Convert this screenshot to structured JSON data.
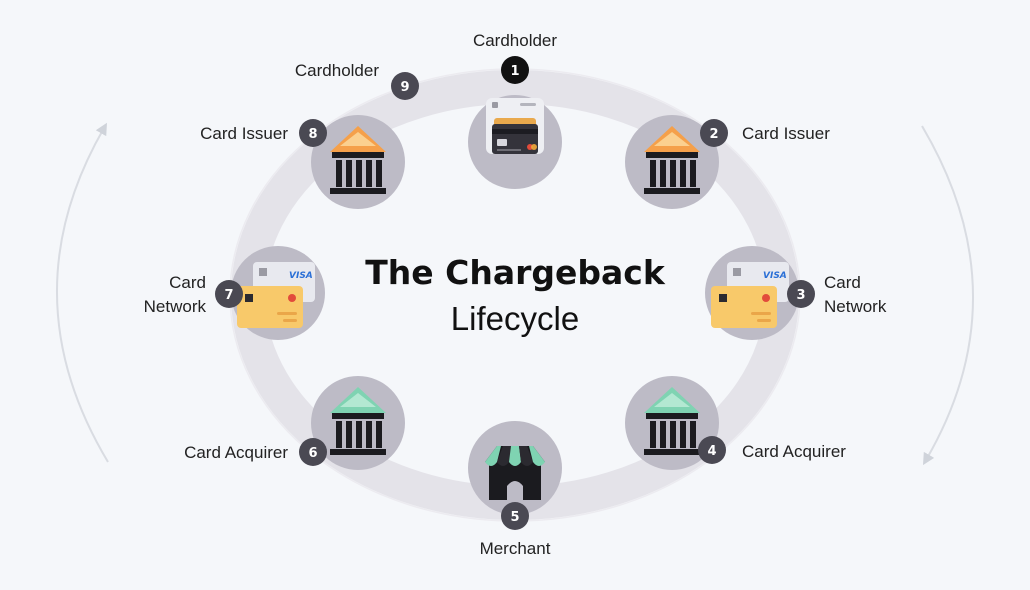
{
  "title": {
    "line1": "The Chargeback",
    "line2": "Lifecycle"
  },
  "steps": [
    {
      "num": "1",
      "label": "Cardholder",
      "icon": "credit-cards-icon"
    },
    {
      "num": "2",
      "label": "Card Issuer",
      "icon": "bank-icon"
    },
    {
      "num": "3",
      "label_lines": [
        "Card",
        "Network"
      ],
      "icon": "visa-card-icon"
    },
    {
      "num": "4",
      "label": "Card Acquirer",
      "icon": "bank-icon"
    },
    {
      "num": "5",
      "label": "Merchant",
      "icon": "storefront-icon"
    },
    {
      "num": "6",
      "label": "Card Acquirer",
      "icon": "bank-icon"
    },
    {
      "num": "7",
      "label_lines": [
        "Card",
        "Network"
      ],
      "icon": "visa-card-icon"
    },
    {
      "num": "8",
      "label": "Card Issuer",
      "icon": "bank-icon"
    },
    {
      "num": "9",
      "label": "Cardholder",
      "icon": ""
    }
  ],
  "card_brand": "VISA",
  "colors": {
    "background": "#f5f7fa",
    "ring": "#e4e3e9",
    "node_circle": "#bdbbc6",
    "badge_dark": "#111111",
    "badge": "#4a4953",
    "issuer_roof": "#f5a04a",
    "acquirer_roof": "#7fd3b2",
    "building": "#1b1b1f",
    "card_gold": "#f8c96a",
    "card_silver": "#e8e9ef"
  }
}
